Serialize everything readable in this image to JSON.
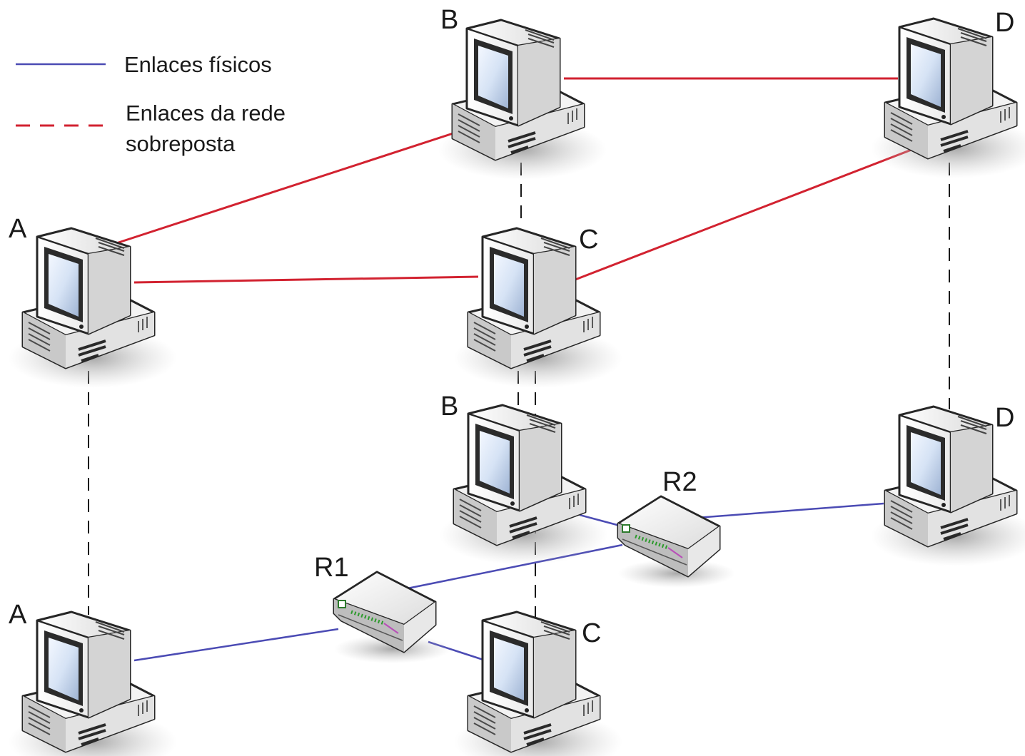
{
  "legend": {
    "physical_label": "Enlaces físicos",
    "overlay_label_line1": "Enlaces da rede",
    "overlay_label_line2": "sobreposta",
    "physical_color": "#4b4bb4",
    "overlay_color": "#d22230"
  },
  "overlay_hosts": [
    {
      "id": "A",
      "label": "A"
    },
    {
      "id": "B",
      "label": "B"
    },
    {
      "id": "C",
      "label": "C"
    },
    {
      "id": "D",
      "label": "D"
    }
  ],
  "physical_hosts": [
    {
      "id": "A",
      "label": "A"
    },
    {
      "id": "B",
      "label": "B"
    },
    {
      "id": "C",
      "label": "C"
    },
    {
      "id": "D",
      "label": "D"
    }
  ],
  "routers": [
    {
      "id": "R1",
      "label": "R1"
    },
    {
      "id": "R2",
      "label": "R2"
    }
  ],
  "overlay_links": [
    [
      "A",
      "B"
    ],
    [
      "A",
      "C"
    ],
    [
      "B",
      "D"
    ],
    [
      "C",
      "D"
    ]
  ],
  "physical_links": [
    [
      "A",
      "R1"
    ],
    [
      "R1",
      "C"
    ],
    [
      "R1",
      "R2"
    ],
    [
      "B",
      "R2"
    ],
    [
      "R2",
      "D"
    ]
  ],
  "icons": {
    "host": "desktop-computer-icon",
    "router": "router-icon"
  }
}
